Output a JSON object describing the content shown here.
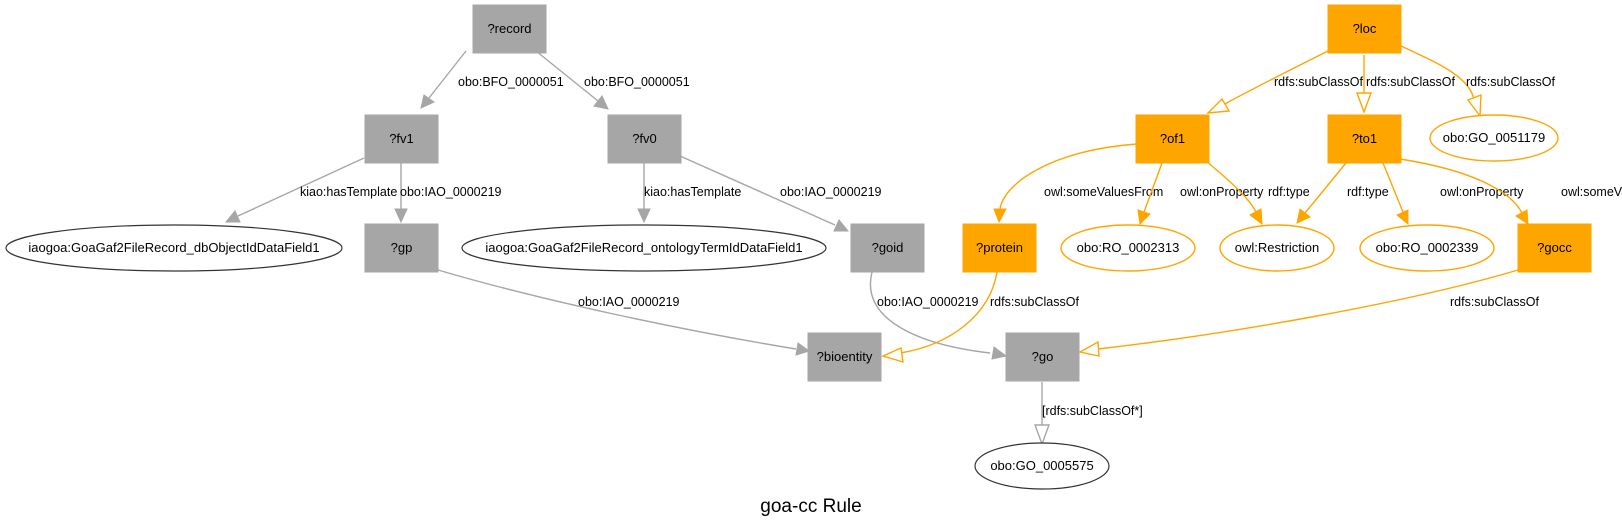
{
  "title": "goa-cc Rule",
  "colors": {
    "variable_node": "#a6a6a6",
    "orange_node": "#ffa500",
    "edge_gray": "#a6a6a6",
    "edge_orange": "#ffa500"
  },
  "nodes": {
    "record": "?record",
    "fv1": "?fv1",
    "fv0": "?fv0",
    "gp": "?gp",
    "goid": "?goid",
    "bioentity": "?bioentity",
    "go": "?go",
    "loc": "?loc",
    "of1": "?of1",
    "to1": "?to1",
    "protein": "?protein",
    "gocc": "?gocc",
    "dbobj": "iaogoa:GoaGaf2FileRecord_dbObjectIdDataField1",
    "ontterm": "iaogoa:GoaGaf2FileRecord_ontologyTermIdDataField1",
    "go5575": "obo:GO_0005575",
    "go51179": "obo:GO_0051179",
    "ro2313": "obo:RO_0002313",
    "restriction": "owl:Restriction",
    "ro2339": "obo:RO_0002339"
  },
  "edges": {
    "record_fv1": "obo:BFO_0000051",
    "record_fv0": "obo:BFO_0000051",
    "fv1_dbobj": "kiao:hasTemplate",
    "fv1_gp": "obo:IAO_0000219",
    "fv0_ontterm": "kiao:hasTemplate",
    "fv0_goid": "obo:IAO_0000219",
    "gp_bioentity": "obo:IAO_0000219",
    "goid_go": "obo:IAO_0000219",
    "protein_bioentity": "rdfs:subClassOf",
    "go_go5575": "[rdfs:subClassOf*]",
    "loc_of1": "rdfs:subClassOf",
    "loc_to1": "rdfs:subClassOf",
    "loc_go51179": "rdfs:subClassOf",
    "of1_protein": "owl:someValuesFrom",
    "of1_ro2313": "owl:onProperty",
    "of1_restriction": "rdf:type",
    "to1_restriction": "rdf:type",
    "to1_ro2339": "owl:onProperty",
    "to1_gocc": "owl:someValuesFrom",
    "gocc_go": "rdfs:subClassOf"
  }
}
